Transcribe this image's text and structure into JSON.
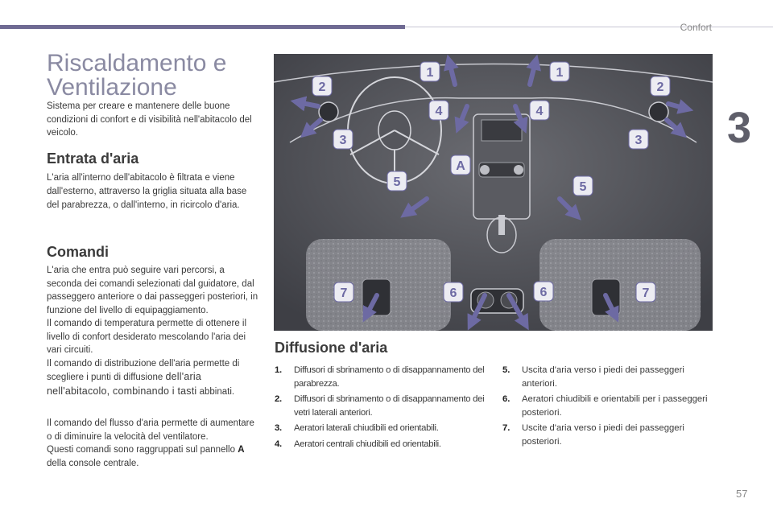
{
  "header": {
    "section": "Confort",
    "chapter_number": "3"
  },
  "page": {
    "number": "57"
  },
  "title": "Riscaldamento e Ventilazione",
  "intro": "Sistema per creare e mantenere delle buone condizioni di confort e di visibilità nell'abitacolo del veicolo.",
  "entrata": {
    "heading": "Entrata d'aria",
    "text": "L'aria all'interno dell'abitacolo è filtrata e viene dall'esterno, attraverso la griglia situata alla base del parabrezza, o dall'interno, in ricircolo d'aria."
  },
  "comandi": {
    "heading": "Comandi",
    "para1": "L'aria che entra può seguire vari percorsi, a seconda dei comandi selezionati dal guidatore, dal passeggero anteriore o dai passeggeri posteriori, in funzione del livello di equipaggiamento.",
    "para2": "Il comando di temperatura permette di ottenere il livello di confort desiderato mescolando l'aria dei vari circuiti.",
    "para3_start": "Il comando di distribuzione dell'aria permette di scegliere i punti di diffusione",
    "para3_emph": "dell'aria nell'abitacolo, combinando i tasti",
    "para3_end": "abbinati.",
    "flusso1": "Il comando del flusso d'aria permette di aumentare o di diminuire la velocità del ventilatore.",
    "flusso2_start": "Questi comandi sono raggruppati sul pannello",
    "flusso2_bold": "A",
    "flusso2_end": "della console centrale."
  },
  "illustration": {
    "labels": [
      "1",
      "1",
      "2",
      "2",
      "3",
      "3",
      "4",
      "4",
      "A",
      "5",
      "5",
      "6",
      "6",
      "7",
      "7"
    ]
  },
  "diffusione": {
    "heading": "Diffusione d'aria",
    "items_left": [
      {
        "num": "1.",
        "text": "Diffusori di sbrinamento o di disappannamento del parabrezza."
      },
      {
        "num": "2.",
        "text": "Diffusori di sbrinamento o di disappannamento dei vetri laterali anteriori."
      },
      {
        "num": "3.",
        "text": "Aeratori laterali chiudibili ed orientabili."
      },
      {
        "num": "4.",
        "text": "Aeratori centrali chiudibili ed orientabili."
      }
    ],
    "items_right": [
      {
        "num": "5.",
        "text": "Uscita d'aria verso i piedi dei passeggeri anteriori."
      },
      {
        "num": "6.",
        "text": "Aeratori chiudibili e orientabili per i passeggeri posteriori."
      },
      {
        "num": "7.",
        "text": "Uscite d'aria verso i piedi dei passeggeri posteriori."
      }
    ]
  },
  "colors": {
    "accent_bar": "#6f6a93",
    "title": "#8a8aa2",
    "illustration_bg": "#4f5056",
    "arrow": "#6d6aa3"
  }
}
